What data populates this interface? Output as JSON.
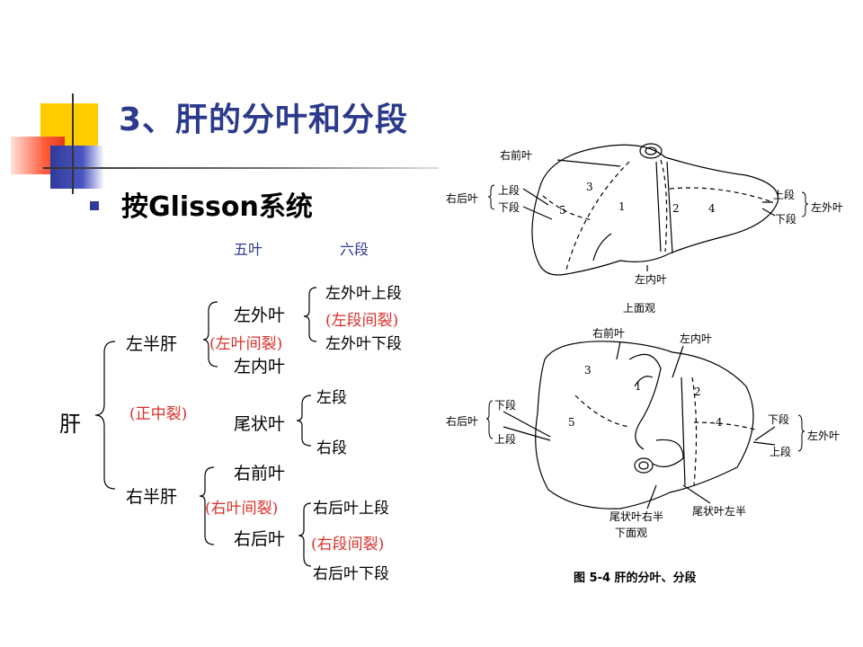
{
  "slide": {
    "title": "3、肝的分叶和分段",
    "bullet": "按Glisson系统",
    "header_lobes": "五叶",
    "header_segments": "六段"
  },
  "tree": {
    "root": "肝",
    "main_fissure": "(正中裂)",
    "left_half": "左半肝",
    "right_half": "右半肝",
    "left_lateral_lobe": "左外叶",
    "left_inter_lobar_fissure": "(左叶间裂)",
    "left_medial_lobe": "左内叶",
    "left_lateral_upper": "左外叶上段",
    "left_segmental_fissure": "(左段间裂)",
    "left_lateral_lower": "左外叶下段",
    "caudate_lobe": "尾状叶",
    "caudate_left": "左段",
    "caudate_right": "右段",
    "right_anterior_lobe": "右前叶",
    "right_inter_lobar_fissure": "(右叶间裂)",
    "right_posterior_lobe": "右后叶",
    "right_posterior_upper": "右后叶上段",
    "right_segmental_fissure": "(右段间裂)",
    "right_posterior_lower": "右后叶下段"
  },
  "figure_top": {
    "right_anterior": "右前叶",
    "right_posterior": "右后叶",
    "upper": "上段",
    "lower": "下段",
    "upper_r": "上段",
    "lower_r": "下段",
    "left_lateral": "左外叶",
    "left_medial": "左内叶",
    "n1": "1",
    "n2": "2",
    "n3": "3",
    "n4": "4",
    "n5": "5",
    "caption": "上面观"
  },
  "figure_bottom": {
    "right_anterior": "右前叶",
    "left_medial": "左内叶",
    "right_posterior": "右后叶",
    "lower": "下段",
    "upper": "上段",
    "lower_r": "下段",
    "upper_r": "上段",
    "left_lateral": "左外叶",
    "caudate_right_half": "尾状叶右半",
    "caudate_left_half": "尾状叶左半",
    "n1": "1",
    "n2": "2",
    "n3": "3",
    "n4": "4",
    "n5": "5",
    "caption": "下面观"
  },
  "figure_caption": "图 5-4   肝的分叶、分段",
  "colors": {
    "title": "#2b3a8c",
    "accent_yellow": "#ffcc00",
    "accent_red": "#e03020",
    "accent_blue": "#2f3b9a",
    "fissure_red": "#d9302a"
  }
}
